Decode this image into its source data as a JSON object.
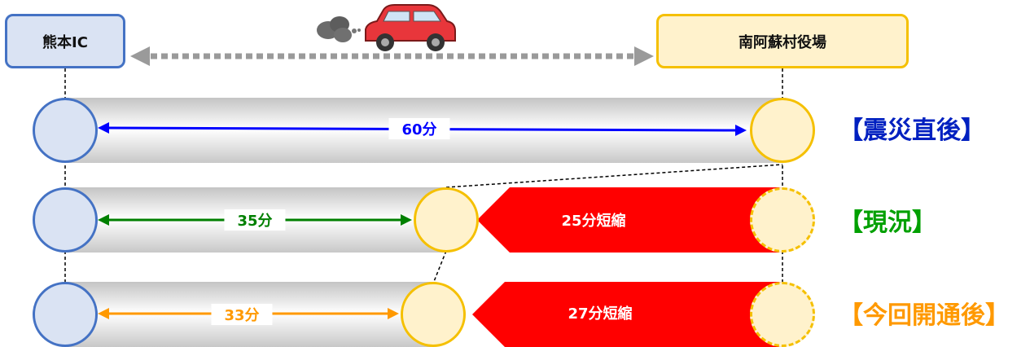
{
  "origin": {
    "label": "熊本IC"
  },
  "destination": {
    "label": "南阿蘇村役場"
  },
  "colors": {
    "origin_fill": "#dae3f3",
    "origin_border": "#4472c4",
    "dest_fill": "#fff2cc",
    "dest_border": "#f5c000",
    "reduction_red": "#ff0000",
    "row1": "#0000ff",
    "row2": "#008000",
    "row3": "#ff9900",
    "phase_blue": "#0020c0",
    "phase_green": "#00a000",
    "phase_orange": "#ff9900"
  },
  "icons": {
    "vehicle": "car-icon",
    "exhaust": "exhaust-cloud-icon"
  },
  "rows": [
    {
      "duration": "60分",
      "phase": "【震災直後】"
    },
    {
      "duration": "35分",
      "reduction": "25分短縮",
      "phase": "【現況】"
    },
    {
      "duration": "33分",
      "reduction": "27分短縮",
      "phase": "【今回開通後】"
    }
  ]
}
